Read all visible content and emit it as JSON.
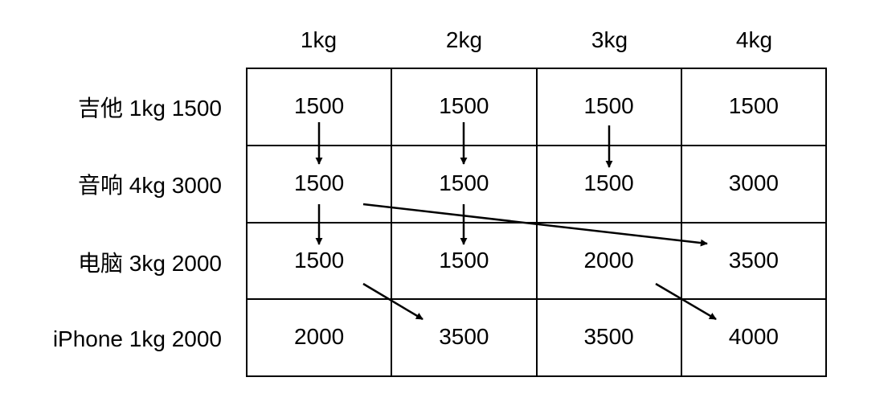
{
  "columns": [
    "1kg",
    "2kg",
    "3kg",
    "4kg"
  ],
  "rows": [
    {
      "label": "吉他 1kg 1500",
      "values": [
        "1500",
        "1500",
        "1500",
        "1500"
      ]
    },
    {
      "label": "音响 4kg 3000",
      "values": [
        "1500",
        "1500",
        "1500",
        "3000"
      ]
    },
    {
      "label": "电脑 3kg 2000",
      "values": [
        "1500",
        "1500",
        "2000",
        "3500"
      ]
    },
    {
      "label": "iPhone 1kg 2000",
      "values": [
        "2000",
        "3500",
        "3500",
        "4000"
      ]
    }
  ],
  "colors": {
    "line": "#000000",
    "background": "#ffffff"
  }
}
